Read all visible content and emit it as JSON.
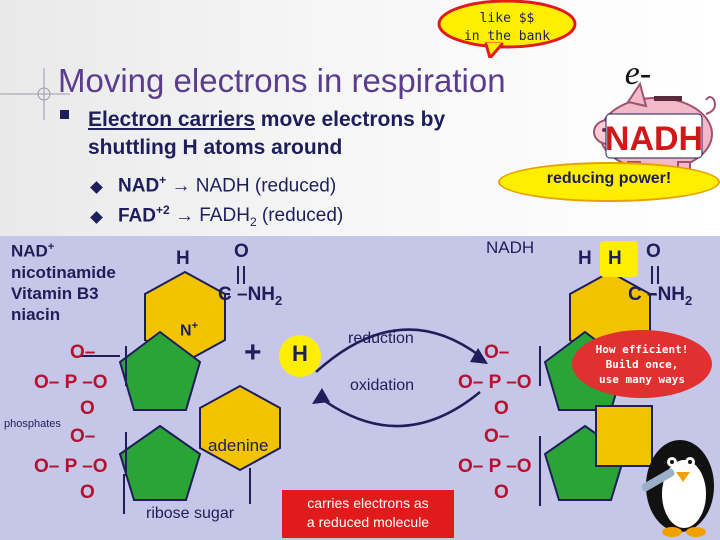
{
  "speech_bubble": {
    "line1": "like $$",
    "line2": "in the bank"
  },
  "title": "Moving electrons in respiration",
  "bullet": {
    "underlined": "Electron carriers",
    "rest_line1": " move electrons by",
    "line2": "shuttling H atoms around"
  },
  "sub_bullets": [
    {
      "text_a": "NAD",
      "sup_a": "+",
      "arrow": " → ",
      "text_b": "NADH (reduced)"
    },
    {
      "text_a": "FAD",
      "sup_a": "+2",
      "arrow": " → ",
      "text_b": "FADH",
      "sub_b": "2",
      "text_c": " (reduced)"
    }
  ],
  "piggy_bank": {
    "badge": "e-",
    "label": "NADH"
  },
  "reducing_power": "reducing power!",
  "left_label": {
    "line1": "NAD",
    "line1_sup": "+",
    "line2": "nicotinamide",
    "line3": "Vitamin B3",
    "line4": "niacin"
  },
  "phosphates_label": "phosphates",
  "left_molecule": {
    "H": "H",
    "O": "O",
    "amide": "C –NH",
    "amide_sub": "2",
    "N": "N",
    "N_sup": "+",
    "phos1": {
      "top": "O–",
      "mid": "O– P –O",
      "bottom": "O"
    },
    "phos2": {
      "top": "O–",
      "mid": "O– P –O",
      "bottom": "O"
    }
  },
  "plus": "+",
  "plus_H": "H",
  "reaction": {
    "forward": "reduction",
    "reverse": "oxidation"
  },
  "adenine": "adenine",
  "ribose_sugar": "ribose sugar",
  "carries_box": {
    "line1": "carries electrons as",
    "line2": "a reduced molecule"
  },
  "right_molecule": {
    "name": "NADH",
    "H1": "H",
    "H2": "H",
    "O": "O",
    "amide": "C –NH",
    "amide_sub": "2",
    "phos1": {
      "top": "O–",
      "mid": "O– P –O",
      "bottom": "O"
    },
    "phos2": {
      "top": "O–",
      "mid": "O– P –O",
      "bottom": "O"
    }
  },
  "efficient_bubble": {
    "line1": "How efficient!",
    "line2": "Build once,",
    "line3": "use many ways"
  },
  "colors": {
    "background_lower": "#c6c7e8",
    "title": "#5a3d8c",
    "text": "#1e1e5a",
    "highlight": "#ffee00",
    "red": "#e11b1b",
    "pentagon": "#2aa337",
    "hexagon": "#f2c400"
  }
}
